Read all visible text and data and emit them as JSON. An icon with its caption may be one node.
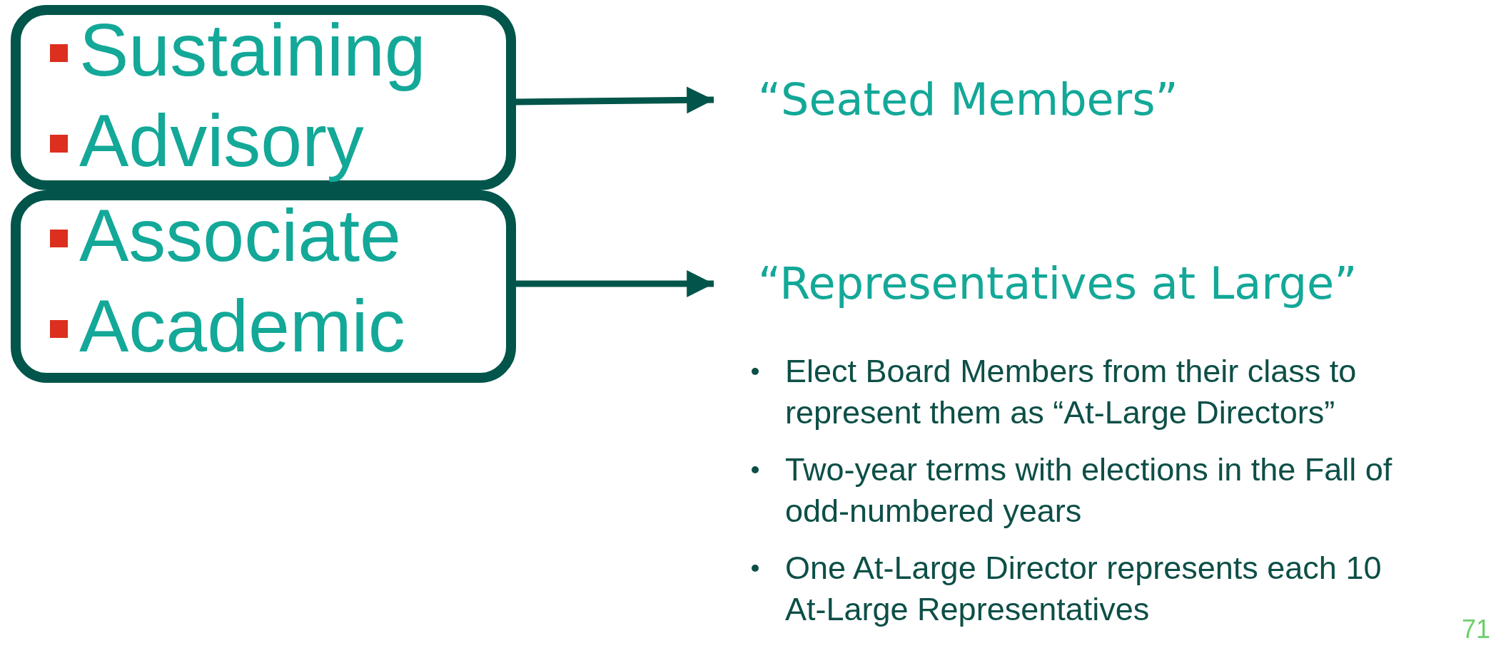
{
  "diagram": {
    "nodes": [
      {
        "text": [
          "Sustaining",
          "Advisory"
        ]
      },
      {
        "text": [
          "Associate",
          "Academic"
        ]
      },
      {
        "text": [
          "“Seated Members”"
        ]
      },
      {
        "text": [
          "“Representatives at Large”"
        ]
      }
    ],
    "edges": [
      {
        "from": 0,
        "to": 2,
        "arrow": "to"
      },
      {
        "from": 1,
        "to": 3,
        "arrow": "to"
      }
    ],
    "labels": [
      "Elect Board Members from their class to represent them as “At-Large Directors”",
      "Two-year terms with elections in the Fall of odd-numbered years",
      "One At-Large Director represents each 10 At-Large Representatives",
      "71"
    ]
  }
}
